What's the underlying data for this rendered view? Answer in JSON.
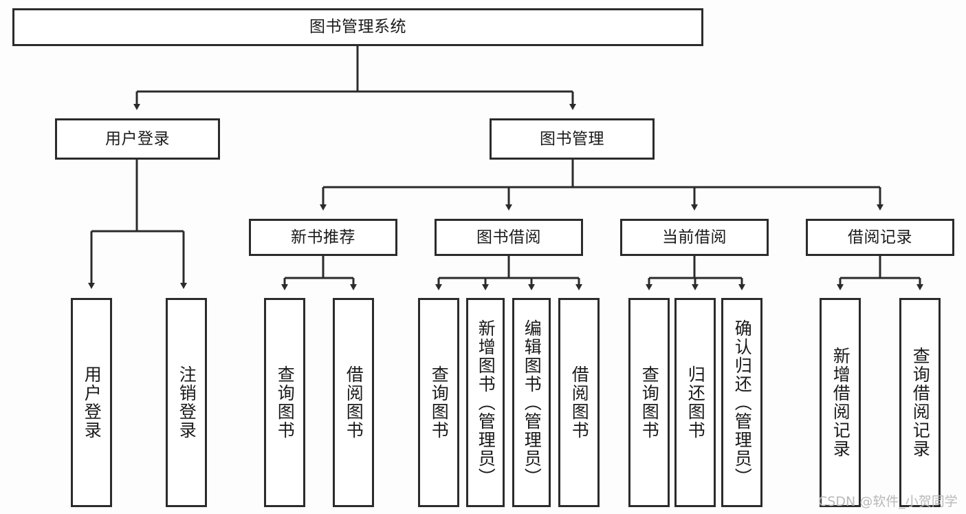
{
  "diagram": {
    "title": "图书管理系统",
    "type": "tree-hierarchy",
    "root": {
      "id": "root",
      "label": "图书管理系统",
      "orientation": "horizontal"
    },
    "level2": [
      {
        "id": "user-login",
        "label": "用户登录",
        "orientation": "horizontal"
      },
      {
        "id": "book-manage",
        "label": "图书管理",
        "orientation": "horizontal"
      }
    ],
    "level3": [
      {
        "id": "new-book-recommend",
        "label": "新书推荐",
        "orientation": "horizontal",
        "parent": "book-manage"
      },
      {
        "id": "book-borrow",
        "label": "图书借阅",
        "orientation": "horizontal",
        "parent": "book-manage"
      },
      {
        "id": "current-borrow",
        "label": "当前借阅",
        "orientation": "horizontal",
        "parent": "book-manage"
      },
      {
        "id": "borrow-record",
        "label": "借阅记录",
        "orientation": "horizontal",
        "parent": "book-manage"
      }
    ],
    "leaves": [
      {
        "id": "leaf-user-login",
        "label": "用户登录",
        "parent": "user-login"
      },
      {
        "id": "leaf-user-logout",
        "label": "注销登录",
        "parent": "user-login"
      },
      {
        "id": "leaf-query-book-1",
        "label": "查询图书",
        "parent": "new-book-recommend"
      },
      {
        "id": "leaf-borrow-book-1",
        "label": "借阅图书",
        "parent": "new-book-recommend"
      },
      {
        "id": "leaf-query-book-2",
        "label": "查询图书",
        "parent": "book-borrow"
      },
      {
        "id": "leaf-add-book",
        "label": "新增图书（管理员）",
        "parent": "book-borrow"
      },
      {
        "id": "leaf-edit-book",
        "label": "编辑图书（管理员）",
        "parent": "book-borrow"
      },
      {
        "id": "leaf-borrow-book-2",
        "label": "借阅图书",
        "parent": "book-borrow"
      },
      {
        "id": "leaf-query-book-3",
        "label": "查询图书",
        "parent": "current-borrow"
      },
      {
        "id": "leaf-return-book",
        "label": "归还图书",
        "parent": "current-borrow"
      },
      {
        "id": "leaf-confirm-return",
        "label": "确认归还（管理员）",
        "parent": "current-borrow"
      },
      {
        "id": "leaf-add-record",
        "label": "新增借阅记录",
        "parent": "borrow-record"
      },
      {
        "id": "leaf-query-record",
        "label": "查询借阅记录",
        "parent": "borrow-record"
      }
    ],
    "colors": {
      "box_border": "#2b2b2b",
      "box_fill": "#ffffff",
      "edge": "#2b2b2b",
      "text": "#1a1a1a",
      "background": "#fdfdfd",
      "watermark": "#b9b9b9"
    }
  },
  "watermark": {
    "text": "CSDN @软件_小贺同学"
  }
}
